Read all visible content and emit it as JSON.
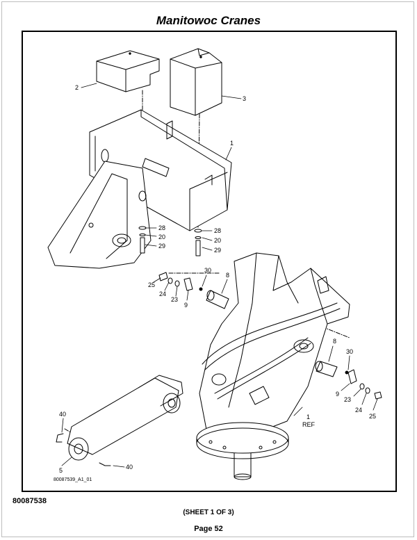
{
  "header": {
    "title": "Manitowoc Cranes"
  },
  "diagram": {
    "callouts": [
      "2",
      "3",
      "1",
      "28",
      "20",
      "29",
      "28",
      "20",
      "29",
      "30",
      "8",
      "25",
      "24",
      "23",
      "9",
      "8",
      "30",
      "9",
      "23",
      "24",
      "25",
      "1",
      "REF",
      "40",
      "5",
      "40"
    ],
    "drawing_id": "80087539_A1_01"
  },
  "footer": {
    "doc_number": "80087538",
    "sheet": "(SHEET 1 OF 3)",
    "page": "Page 52"
  }
}
